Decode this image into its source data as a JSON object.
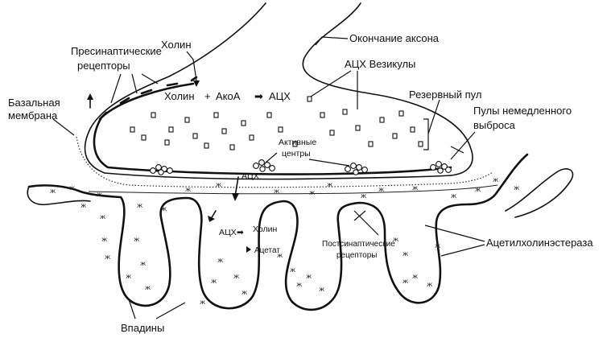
{
  "labels": {
    "axon_terminal": "Окончание аксона",
    "choline_top": "Холин",
    "presynaptic_receptors_1": "Пресинаптические",
    "presynaptic_receptors_2": "рецепторы",
    "basal_membrane_1": "Базальная",
    "basal_membrane_2": "мембрана",
    "ach_vesicles": "АЦХ Везикулы",
    "choline_inner": "Холин",
    "plus": "+",
    "acetyl_coa": "АкоА",
    "arrow_to_ach": "➡",
    "ach_synth": "АЦХ",
    "reserve_pool": "Резервный пул",
    "immediate_pool_1": "Пулы немедленного",
    "immediate_pool_2": "выброса",
    "active_zones_1": "Активные",
    "active_zones_2": "центры",
    "ach_cleft": "АЦХ",
    "ach_hydrolysis": "АЦХ",
    "hydrolysis_arrow": "➡",
    "choline_product": "Холин",
    "acetate_product": "Ацетат",
    "postsynaptic_receptors_1": "Постсинаптические",
    "postsynaptic_receptors_2": "рецепторы",
    "acetylcholinesterase": "Ацетилхолинэстераза",
    "folds": "Впадины"
  }
}
